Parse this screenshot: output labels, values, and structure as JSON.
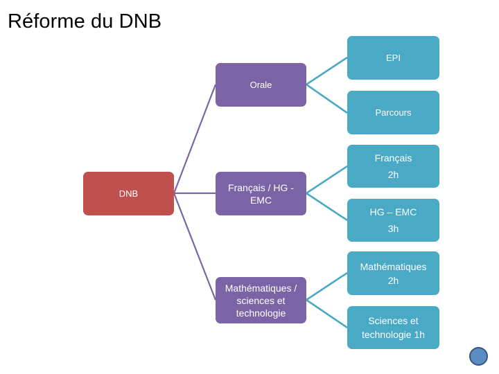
{
  "slide": {
    "title": "Réforme du DNB",
    "background_color": "#ffffff",
    "title_color": "#000000"
  },
  "colors": {
    "root_red": "#c0504d",
    "branch_purple": "#7b64a5",
    "leaf_teal": "#4aa9c4",
    "purple_connector": "#7b64a5",
    "teal_connector": "#4aa9c4",
    "corner_dot": "#5b8cc4"
  },
  "diagram": {
    "type": "hierarchy",
    "root": {
      "id": "dnb",
      "label": "DNB",
      "color": "#c0504d"
    },
    "branches": [
      {
        "id": "orale",
        "label": "Orale",
        "color": "#7b64a5",
        "children": [
          {
            "id": "epi",
            "label": "EPI",
            "color": "#4aa9c4"
          },
          {
            "id": "parcours",
            "label": "Parcours",
            "color": "#4aa9c4"
          }
        ]
      },
      {
        "id": "fr-hg-emc",
        "label": "Français / HG - EMC",
        "color": "#7b64a5",
        "children": [
          {
            "id": "francais-2h",
            "label": "Français\n2h",
            "color": "#4aa9c4"
          },
          {
            "id": "hg-emc-3h",
            "label": "HG – EMC\n3h",
            "color": "#4aa9c4"
          }
        ]
      },
      {
        "id": "maths-sciences",
        "label": "Mathématiques / sciences et technologie",
        "color": "#7b64a5",
        "children": [
          {
            "id": "maths-2h",
            "label": "Mathématiques\n2h",
            "color": "#4aa9c4"
          },
          {
            "id": "sciences-tech-1h",
            "label": "Sciences et technologie 1h",
            "color": "#4aa9c4"
          }
        ]
      }
    ]
  },
  "decor": {
    "corner_dot_name": "circle-marker"
  }
}
